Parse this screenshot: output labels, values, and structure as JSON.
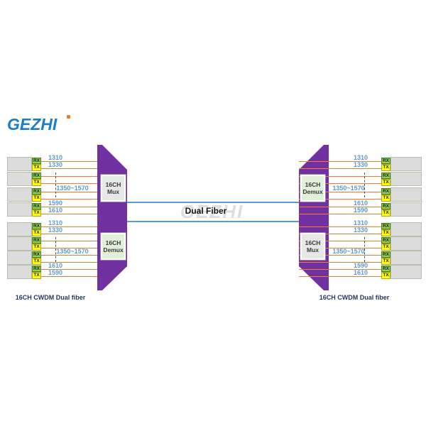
{
  "logo": {
    "text": "GEZHI",
    "color": "#1b7ec8",
    "dot_color": "#ee7d23"
  },
  "watermark": "GEZHI",
  "fiber_link": {
    "label": "Dual Fiber",
    "line_color": "#5b9bd5",
    "lines": 2
  },
  "tags": {
    "rx": "RX",
    "tx": "TX"
  },
  "colors": {
    "chassis_purple": "#7030a0",
    "patch_line_orange": "#ed7d31",
    "wavelength_blue": "#5b9bd5",
    "rx_green": "#92d050",
    "tx_yellow": "#ffff00",
    "mux_plate": "#e8e7e7",
    "demux_plate": "#e2efda",
    "transceiver_gray": "#dcdcdc"
  },
  "left_unit": {
    "caption": "16CH CWDM Dual fiber",
    "mux_label": [
      "16CH",
      "Mux"
    ],
    "demux_label": [
      "16CH",
      "Demux"
    ],
    "mux_wavelengths": [
      "1310",
      "1330",
      "1350~1570",
      "1590",
      "1610"
    ],
    "demux_wavelengths": [
      "1310",
      "1330",
      "1350~1570",
      "1610",
      "1590"
    ]
  },
  "right_unit": {
    "caption": "16CH CWDM Dual fiber",
    "demux_label": [
      "16CH",
      "Demux"
    ],
    "mux_label": [
      "16CH",
      "Mux"
    ],
    "demux_wavelengths": [
      "1310",
      "1330",
      "1350~1570",
      "1610",
      "1590"
    ],
    "mux_wavelengths": [
      "1310",
      "1330",
      "1350~1570",
      "1590",
      "1610"
    ]
  }
}
